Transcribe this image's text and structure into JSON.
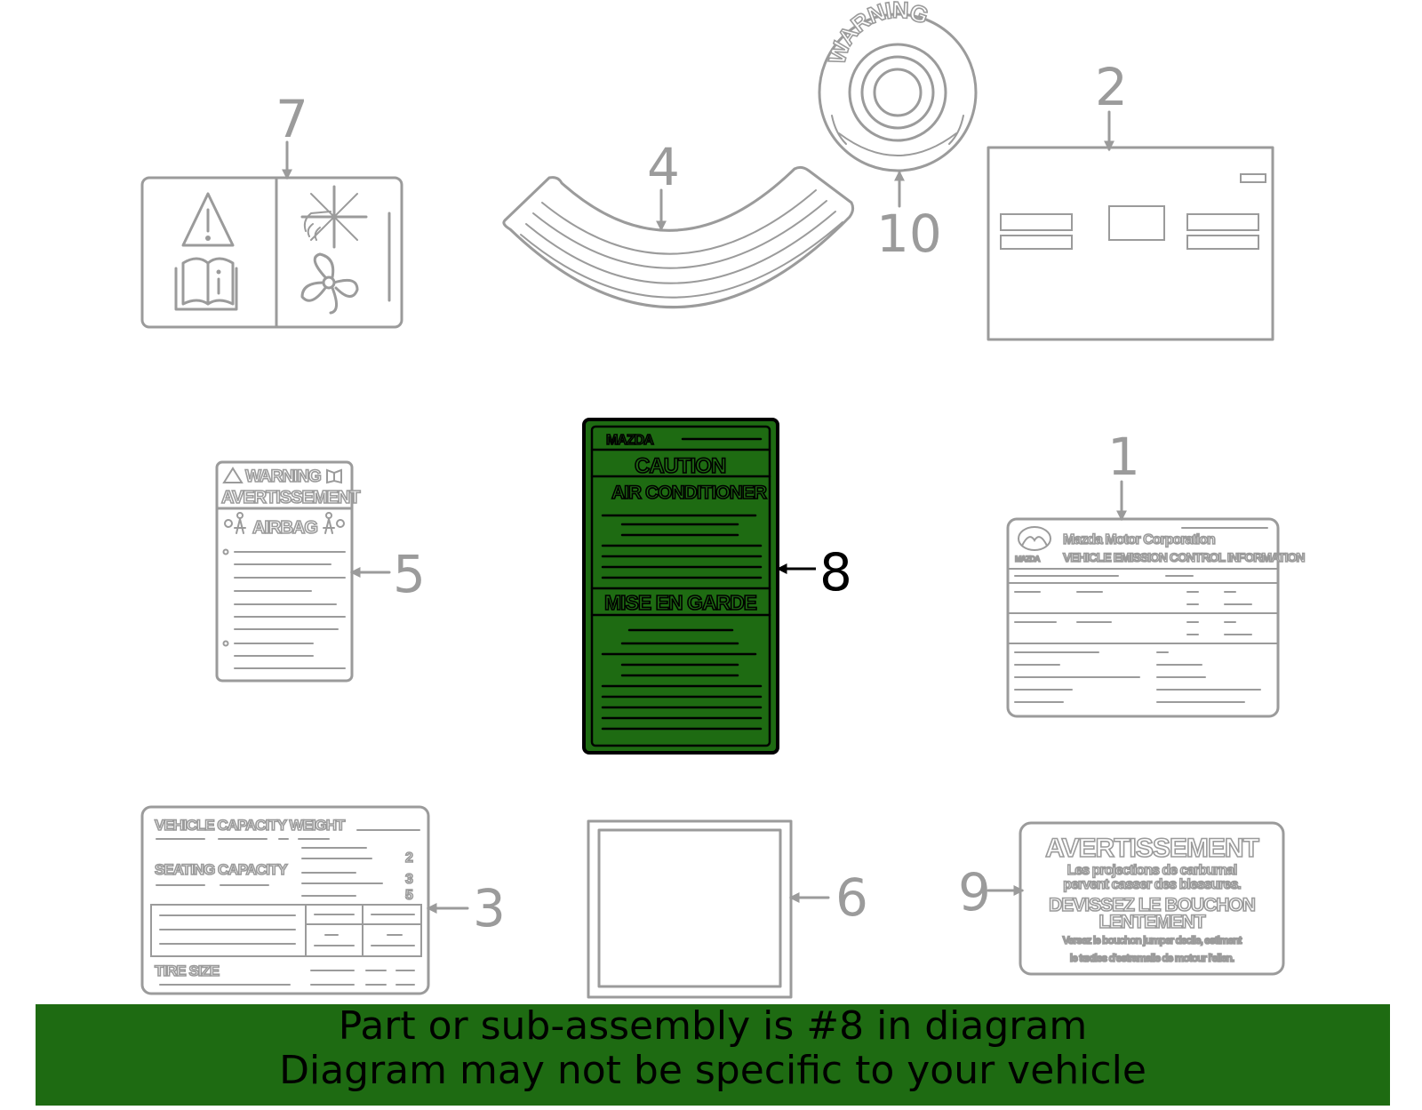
{
  "colors": {
    "accent_green": "#1e6b12",
    "outline_gray": "#9b9b9b",
    "highlight": "#000000"
  },
  "callouts": {
    "n1": "1",
    "n2": "2",
    "n3": "3",
    "n4": "4",
    "n5": "5",
    "n6": "6",
    "n7": "7",
    "n8": "8",
    "n9": "9",
    "n10": "10"
  },
  "labels": {
    "lbl10": {
      "ring_text": "WARNING"
    },
    "lbl5": {
      "line1": "WARNING",
      "line2": "AVERTISSEMENT",
      "line3": "AIRBAG"
    },
    "lbl8": {
      "brand": "MAZDA",
      "title": "CAUTION",
      "subtitle": "AIR CONDITIONER",
      "title_fr": "MISE  EN  GARDE"
    },
    "lbl1": {
      "company": "Mazda Motor Corporation",
      "heading": "VEHICLE EMISSION CONTROL INFORMATION",
      "brand": "MAZDA"
    },
    "lbl3": {
      "heading1": "VEHICLE CAPACITY WEIGHT",
      "heading2": "SEATING CAPACITY",
      "d1": "2",
      "d2": "3",
      "d3": "5",
      "footer": "TIRE SIZE"
    },
    "lbl9": {
      "title": "AVERTISSEMENT",
      "line1": "Les projections de carburnal",
      "line2": "pervent casser des blessures.",
      "line3": "DEVISSEZ LE BOUCHON",
      "line4": "LENTEMENT",
      "line5": "Versez le bouchon jumper declle, estiment",
      "line6": "le textles d'estramalie de motour l'ellen."
    }
  },
  "banner": {
    "line1": "Part or sub-assembly is #8 in diagram",
    "line2": "Diagram may not be specific to your vehicle"
  }
}
